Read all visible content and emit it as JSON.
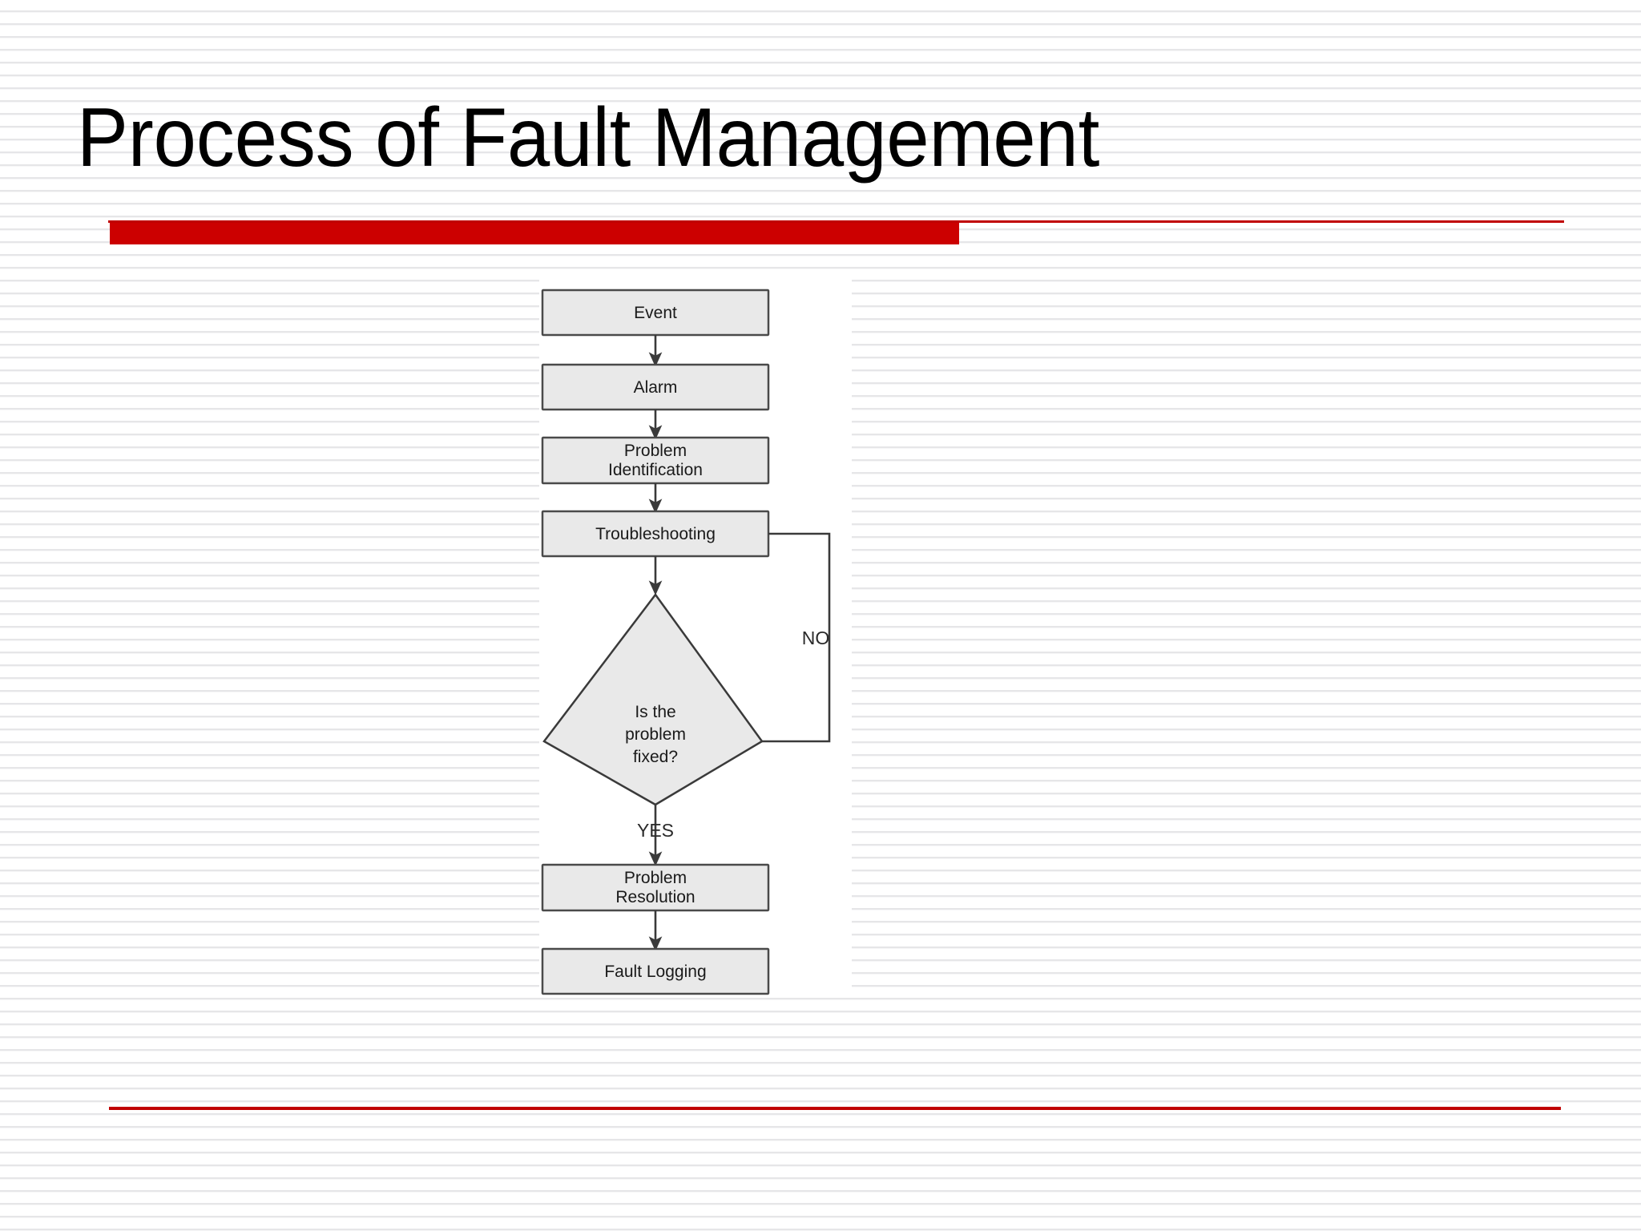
{
  "slide": {
    "title": "Process of Fault Management",
    "accent_color": "#cc0000",
    "background_color": "#ffffff",
    "rule_color": "#c00000"
  },
  "flowchart": {
    "type": "flowchart",
    "node_fill": "#e9e9e9",
    "node_stroke": "#4a4a4a",
    "nodes": [
      {
        "id": "event",
        "shape": "rect",
        "label": "Event"
      },
      {
        "id": "alarm",
        "shape": "rect",
        "label": "Alarm"
      },
      {
        "id": "problem-id",
        "shape": "rect",
        "label_line1": "Problem",
        "label_line2": "Identification"
      },
      {
        "id": "troubleshoot",
        "shape": "rect",
        "label": "Troubleshooting"
      },
      {
        "id": "decision",
        "shape": "diamond",
        "label_line1": "Is the",
        "label_line2": "problem",
        "label_line3": "fixed?"
      },
      {
        "id": "resolution",
        "shape": "rect",
        "label_line1": "Problem",
        "label_line2": "Resolution"
      },
      {
        "id": "logging",
        "shape": "rect",
        "label": "Fault Logging"
      }
    ],
    "edges": [
      {
        "from": "event",
        "to": "alarm",
        "label": ""
      },
      {
        "from": "alarm",
        "to": "problem-id",
        "label": ""
      },
      {
        "from": "problem-id",
        "to": "troubleshoot",
        "label": ""
      },
      {
        "from": "troubleshoot",
        "to": "decision",
        "label": ""
      },
      {
        "from": "decision",
        "to": "resolution",
        "label": "YES"
      },
      {
        "from": "decision",
        "to": "troubleshoot",
        "label": "NO"
      },
      {
        "from": "resolution",
        "to": "logging",
        "label": ""
      }
    ],
    "labels": {
      "yes": "YES",
      "no": "NO"
    }
  }
}
